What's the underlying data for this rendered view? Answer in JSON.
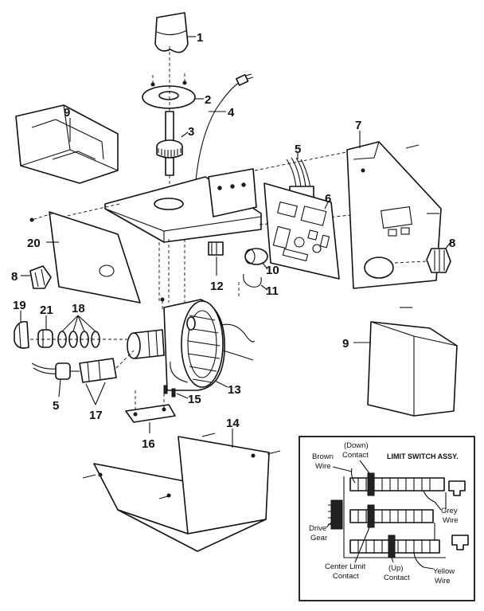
{
  "callouts": {
    "c1": "1",
    "c2": "2",
    "c3": "3",
    "c4": "4",
    "c5a": "5",
    "c5b": "5",
    "c6": "6",
    "c7": "7",
    "c8a": "8",
    "c8b": "8",
    "c9a": "9",
    "c9b": "9",
    "c10": "10",
    "c11": "11",
    "c12": "12",
    "c13": "13",
    "c14": "14",
    "c15": "15",
    "c16": "16",
    "c17": "17",
    "c18": "18",
    "c19": "19",
    "c20": "20",
    "c21": "21"
  },
  "inset": {
    "title": "LIMIT SWITCH ASSY.",
    "down_contact_1": "(Down)",
    "down_contact_2": "Contact",
    "brown_wire_1": "Brown",
    "brown_wire_2": "Wire",
    "grey_wire_1": "Grey",
    "grey_wire_2": "Wire",
    "drive_gear_1": "Drive",
    "drive_gear_2": "Gear",
    "center_limit_1": "Center Limit",
    "center_limit_2": "Contact",
    "up_contact_1": "(Up)",
    "up_contact_2": "Contact",
    "yellow_wire_1": "Yellow",
    "yellow_wire_2": "Wire"
  }
}
